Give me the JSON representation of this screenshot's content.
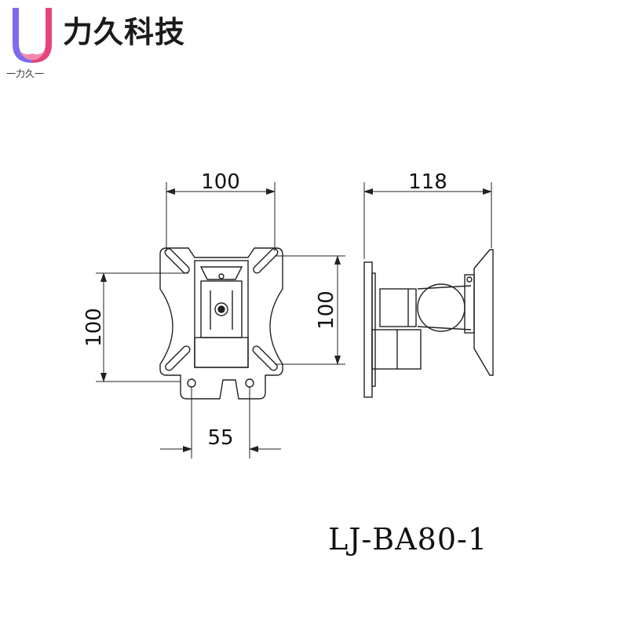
{
  "logo": {
    "brand_text": "力久科技",
    "tagline": "一力久一",
    "colors": {
      "left": "#7b6cf0",
      "right": "#e8447c",
      "hands": "#f58ab0"
    }
  },
  "drawing": {
    "front_view": {
      "width_dim": "100",
      "height_dim_left": "100",
      "height_dim_right": "100",
      "bottom_dim": "55"
    },
    "side_view": {
      "depth_dim": "118"
    },
    "line_color": "#222222"
  },
  "model_number": "LJ-BA80-1"
}
